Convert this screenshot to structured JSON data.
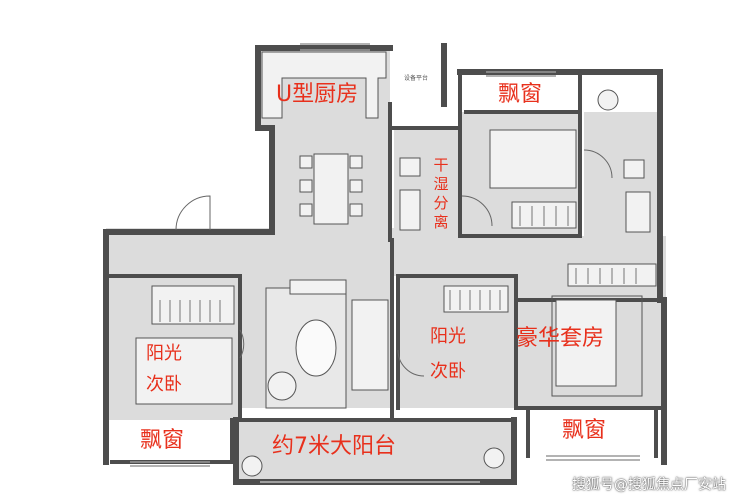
{
  "labels": {
    "kitchen": "U型厨房",
    "bay_window_top": "飘窗",
    "dry_wet": "干湿分离",
    "sunny_room_left_1": "阳光",
    "sunny_room_left_2": "次卧",
    "sunny_room_mid_1": "阳光",
    "sunny_room_mid_2": "次卧",
    "master_suite": "豪华套房",
    "bay_window_left": "飘窗",
    "bay_window_right": "飘窗",
    "balcony": "约7米大阳台"
  },
  "small_text": {
    "equipment_platform": "设备平台"
  },
  "watermark": "搜狐号@搜狐焦点厂安站",
  "colors": {
    "label": "#e8301c",
    "floor": "#dcdcdc",
    "wall": "#4d4d4d",
    "white_room": "#ffffff"
  }
}
